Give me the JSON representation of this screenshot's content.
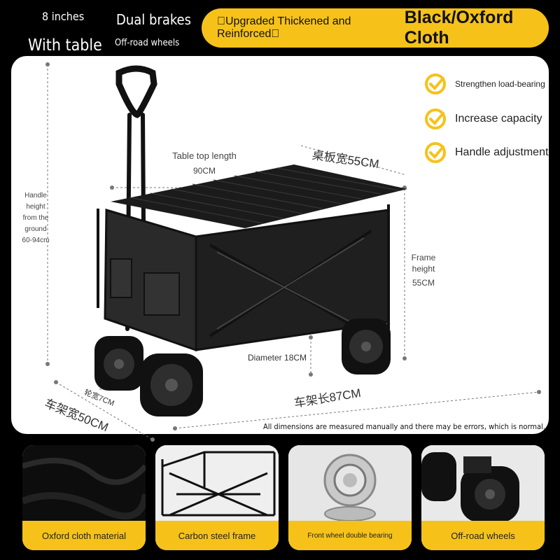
{
  "header": {
    "size_text": "8 inches",
    "brake_text": "Dual brakes",
    "table_text": "With table",
    "wheels_text": "Off-road wheels",
    "banner_prefix": "\u0000Upgraded Thickened and Reinforced\u0000",
    "banner_material": "Black/Oxford Cloth"
  },
  "features": [
    {
      "icon": "check-circle-icon",
      "label": "Strengthen load-bearing"
    },
    {
      "icon": "check-circle-icon",
      "label": "Increase capacity"
    },
    {
      "icon": "check-circle-icon",
      "label": "Handle adjustment"
    }
  ],
  "dimensions": {
    "handle_height": "Handle height from the ground 60-94cm",
    "table_top_label": "Table top length",
    "table_top_value": "90CM",
    "board_width": "桌板宽55CM",
    "frame_height_label": "Frame height",
    "frame_height_value": "55CM",
    "diameter": "Diameter 18CM",
    "wheel_width": "轮宽7CM",
    "frame_width": "车架宽50CM",
    "frame_length": "车架长87CM",
    "disclaimer": "All dimensions are measured manually and there may be errors, which is normal."
  },
  "bottom_cards": [
    {
      "label": "Oxford cloth material"
    },
    {
      "label": "Carbon steel frame"
    },
    {
      "label": "Front wheel double bearing"
    },
    {
      "label": "Off-road wheels"
    }
  ],
  "colors": {
    "accent": "#f6c21a",
    "background": "#000000",
    "panel": "#ffffff"
  }
}
